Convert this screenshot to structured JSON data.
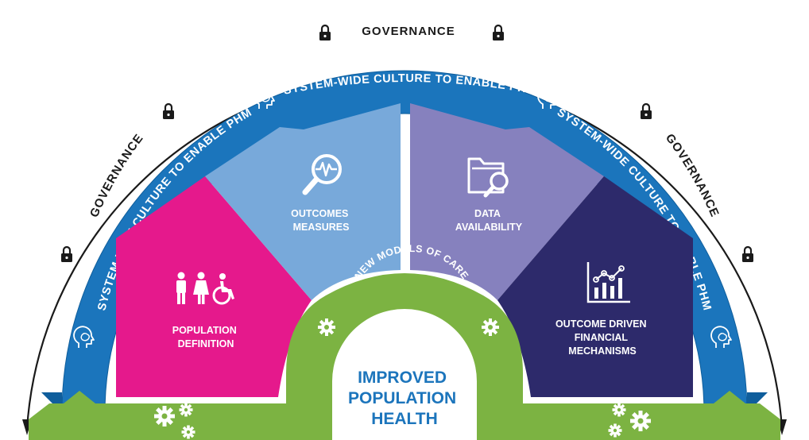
{
  "governance": {
    "label": "GOVERNANCE"
  },
  "culture": {
    "label": "SYSTEM-WIDE CULTURE TO ENABLE PHM"
  },
  "segments": [
    {
      "key": "population",
      "lines": [
        "POPULATION",
        "DEFINITION"
      ],
      "color": "#e5198c",
      "icon": "people-accessibility-icon"
    },
    {
      "key": "outcomes",
      "lines": [
        "OUTCOMES",
        "MEASURES"
      ],
      "color": "#78a9da",
      "icon": "magnifier-pulse-icon"
    },
    {
      "key": "data",
      "lines": [
        "DATA",
        "AVAILABILITY"
      ],
      "color": "#8681be",
      "icon": "folder-search-icon"
    },
    {
      "key": "financial",
      "lines": [
        "OUTCOME DRIVEN",
        "FINANCIAL",
        "MECHANISMS"
      ],
      "color": "#2d2a6b",
      "icon": "bar-chart-icon"
    }
  ],
  "care": {
    "label": "NEW MODELS OF CARE"
  },
  "center": {
    "lines": [
      "IMPROVED",
      "POPULATION",
      "HEALTH"
    ]
  },
  "colors": {
    "band": "#1b75bc",
    "green": "#7cb342",
    "outline": "#1a1a1a"
  }
}
